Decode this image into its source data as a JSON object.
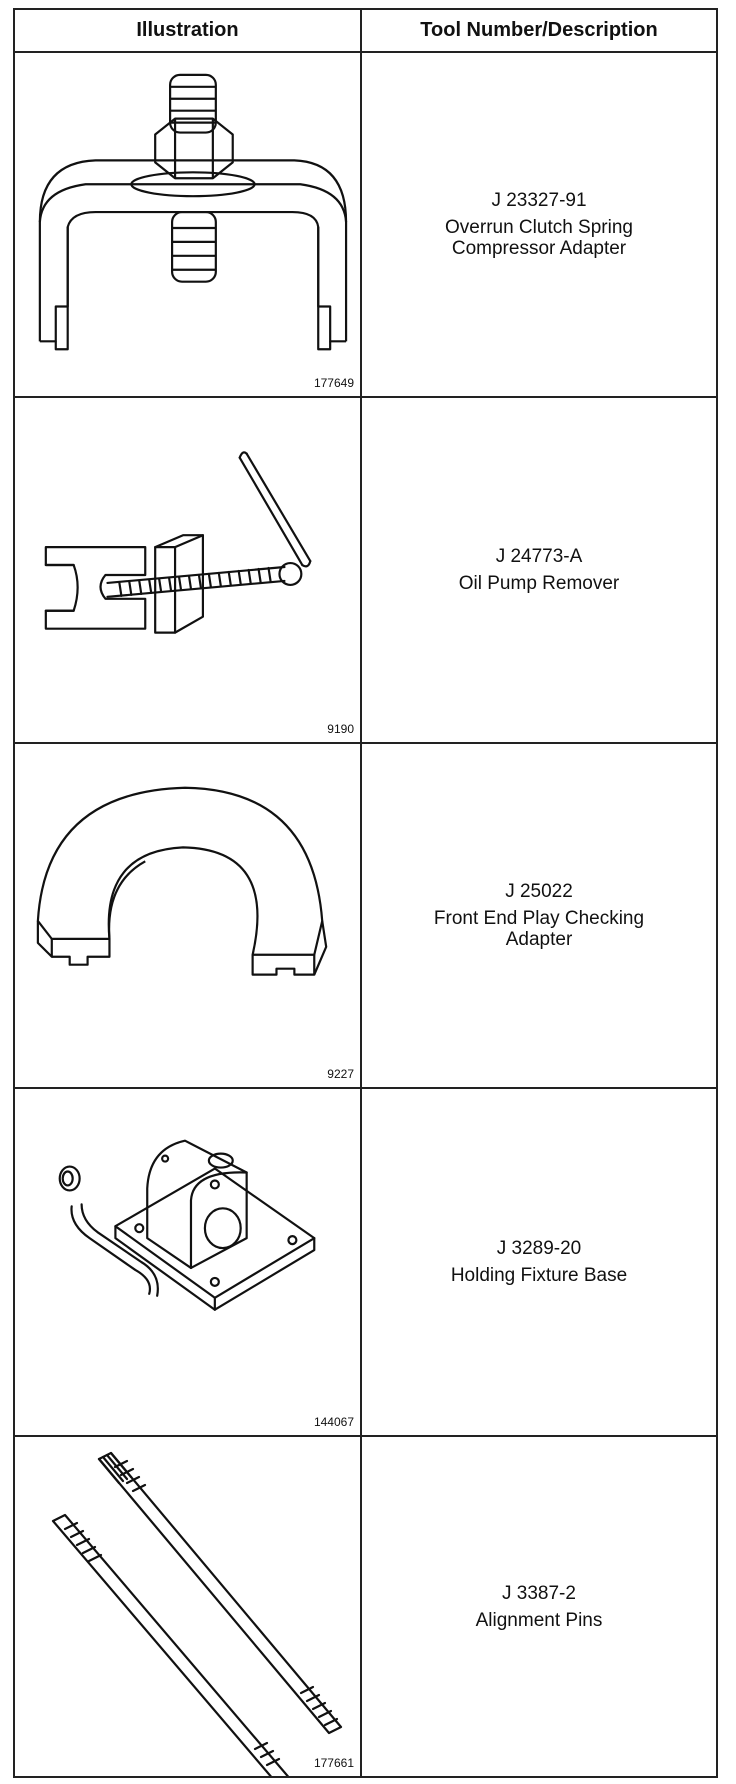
{
  "header": {
    "illustration": "Illustration",
    "tool_number": "Tool Number/Description"
  },
  "tools": [
    {
      "figure": "177649",
      "number": "J 23327-91",
      "description": "Overrun Clutch Spring Compressor Adapter"
    },
    {
      "figure": "9190",
      "number": "J 24773-A",
      "description": "Oil Pump Remover"
    },
    {
      "figure": "9227",
      "number": "J 25022",
      "description": "Front End Play Checking Adapter"
    },
    {
      "figure": "144067",
      "number": "J 3289-20",
      "description": "Holding Fixture Base"
    },
    {
      "figure": "177661",
      "number": "J 3387-2",
      "description": "Alignment Pins"
    }
  ]
}
